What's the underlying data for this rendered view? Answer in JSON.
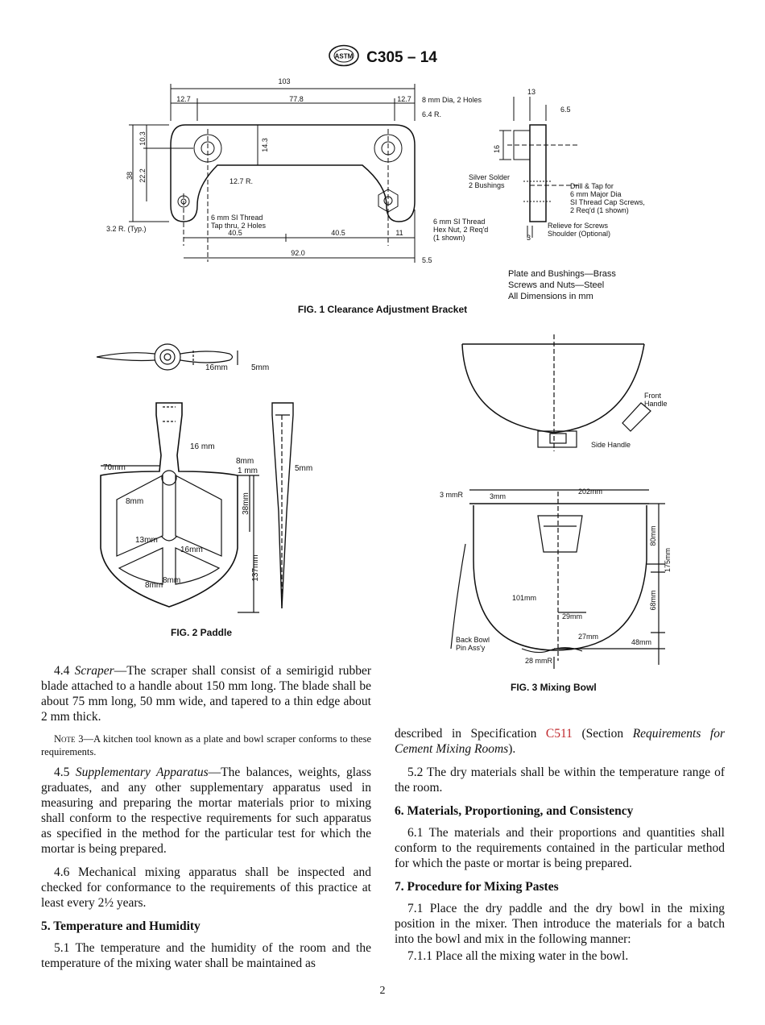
{
  "header": {
    "logo_text": "ASTM",
    "designation": "C305 – 14"
  },
  "fig1": {
    "caption": "FIG. 1 Clearance Adjustment Bracket",
    "dims": {
      "total_width": "103",
      "left_margin": "12.7",
      "center": "77.8",
      "right_margin": "12.7",
      "height_10_3": "10.3",
      "height_38": "38",
      "height_22_2": "22.2",
      "height_14_3": "14.3",
      "r_12_7": "12.7 R.",
      "r_3_2": "3.2 R. (Typ.)",
      "bottom_40_5_a": "40.5",
      "bottom_40_5_b": "40.5",
      "bottom_11": "11",
      "bottom_92": "92.0",
      "bottom_5_5": "5.5",
      "side_13": "13",
      "side_6_5": "6.5",
      "side_16": "16",
      "side_3": "3"
    },
    "labels": {
      "holes": [
        "8 mm Dia, 2 Holes",
        "6.4 R."
      ],
      "tap": [
        "6 mm SI Thread",
        "Tap thru, 2 Holes"
      ],
      "nut": [
        "6 mm SI Thread",
        "Hex Nut, 2 Req'd",
        "(1 shown)"
      ],
      "solder": [
        "Silver Solder",
        "2 Bushings"
      ],
      "drill": [
        "Drill & Tap for",
        "6 mm Major Dia",
        "SI Thread Cap Screws,",
        "2 Req'd (1 shown)"
      ],
      "relieve": [
        "Relieve for Screws",
        "Shoulder (Optional)"
      ]
    },
    "material_notes": [
      "Plate and Bushings—Brass",
      "Screws and Nuts—Steel",
      "All Dimensions in mm"
    ]
  },
  "fig2": {
    "caption": "FIG. 2 Paddle",
    "labels": {
      "top_16": "16mm",
      "top_5": "5mm",
      "d16": "16 mm",
      "d70": "70mm",
      "d8a": "8mm",
      "d8b": "8mm",
      "d1": "1 mm",
      "d38": "38mm",
      "d137": "137mm",
      "d5": "5mm",
      "d13": "13mm",
      "d16b": "16mm",
      "d8c": "8mm",
      "d8d": "8mm"
    }
  },
  "fig3": {
    "caption": "FIG. 3 Mixing Bowl",
    "labels": {
      "front": [
        "Front",
        "Handle"
      ],
      "side": "Side Handle",
      "r3": "3 mmR",
      "d3": "3mm",
      "d202": "202mm",
      "d80": "80mm",
      "d175": "175mm",
      "d101": "101mm",
      "d68": "68mm",
      "d29": "29mm",
      "d27": "27mm",
      "d48": "48mm",
      "d28": "28 mmR",
      "pin": [
        "Back Bowl",
        "Pin Ass'y"
      ]
    }
  },
  "left_col": {
    "p44_num": "4.4",
    "p44_term": "Scraper",
    "p44_text": "—The scraper shall consist of a semirigid rubber blade attached to a handle about 150 mm long. The blade shall be about 75 mm long, 50 mm wide, and tapered to a thin edge about 2 mm thick.",
    "note3_label": "Note 3",
    "note3_text": "—A kitchen tool known as a plate and bowl scraper conforms to these requirements.",
    "p45_num": "4.5",
    "p45_term": "Supplementary Apparatus",
    "p45_text": "—The balances, weights, glass graduates, and any other supplementary apparatus used in measuring and preparing the mortar materials prior to mixing shall conform to the respective requirements for such apparatus as specified in the method for the particular test for which the mortar is being prepared.",
    "p46": "4.6 Mechanical mixing apparatus shall be inspected and checked for conformance to the requirements of this practice at least every 2½ years.",
    "h5": "5. Temperature and Humidity",
    "p51": "5.1 The temperature and the humidity of the room and the temperature of the mixing water shall be maintained as"
  },
  "right_col": {
    "cont_a": "described in Specification ",
    "cont_link": "C511",
    "cont_b": " (Section ",
    "cont_italic": "Requirements for Cement Mixing Rooms",
    "cont_c": ").",
    "p52": "5.2 The dry materials shall be within the temperature range of the room.",
    "h6": "6. Materials, Proportioning, and Consistency",
    "p61": "6.1 The materials and their proportions and quantities shall conform to the requirements contained in the particular method for which the paste or mortar is being prepared.",
    "h7": "7. Procedure for Mixing Pastes",
    "p71": "7.1 Place the dry paddle and the dry bowl in the mixing position in the mixer. Then introduce the materials for a batch into the bowl and mix in the following manner:",
    "p711": "7.1.1 Place all the mixing water in the bowl."
  },
  "page_number": "2"
}
